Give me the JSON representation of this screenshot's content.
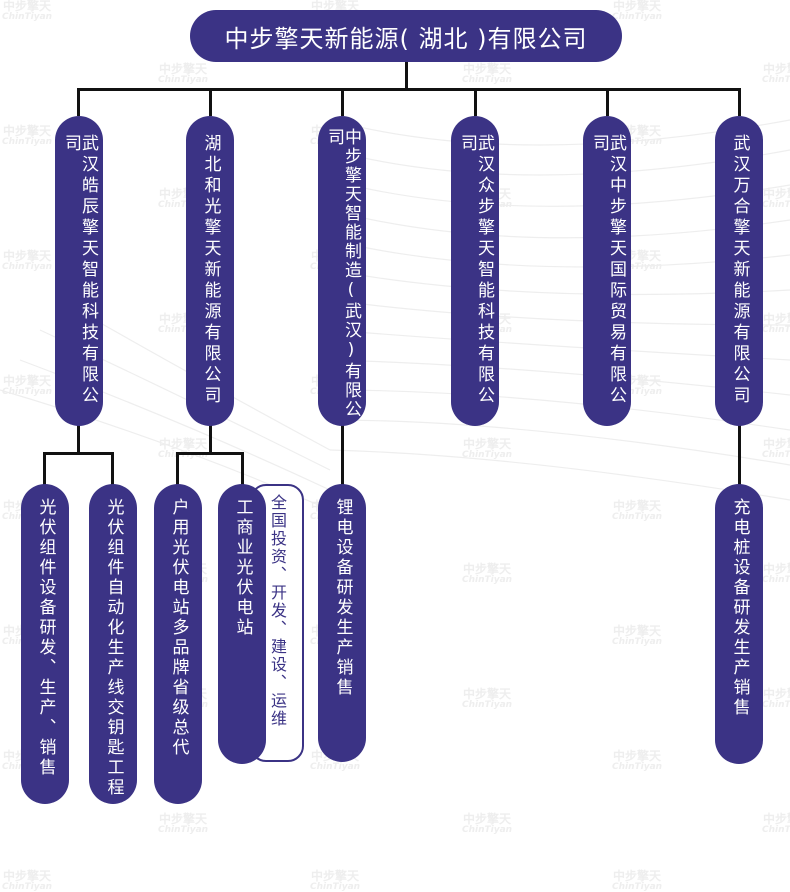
{
  "watermark": {
    "cn": "中步擎天",
    "en": "ChinTiyan"
  },
  "root": {
    "label": "中步擎天新能源( 湖北 )有限公司"
  },
  "companies": [
    {
      "label": "武汉皓辰擎天智能科技有限公司"
    },
    {
      "label": "湖北和光擎天新能源有限公司"
    },
    {
      "label": "中步擎天智能制造(武汉)有限公司"
    },
    {
      "label": "武汉众步擎天智能科技有限公司"
    },
    {
      "label": "武汉中步擎天国际贸易有限公司"
    },
    {
      "label": "武汉万合擎天新能源有限公司"
    }
  ],
  "businesses": [
    {
      "label": "光伏组件设备研发、生产、销售"
    },
    {
      "label": "光伏组件自动化生产线交钥匙工程"
    },
    {
      "label": "户用光伏电站多品牌省级总代"
    },
    {
      "label": "工商业光伏电站"
    },
    {
      "label": "锂电设备研发生产销售"
    },
    {
      "label": "充电桩设备研发生产销售"
    }
  ],
  "note": {
    "label": "全国投资、开发、建设、运维"
  },
  "colors": {
    "node_fill": "#3b3385",
    "line": "#111111",
    "text": "#ffffff"
  }
}
